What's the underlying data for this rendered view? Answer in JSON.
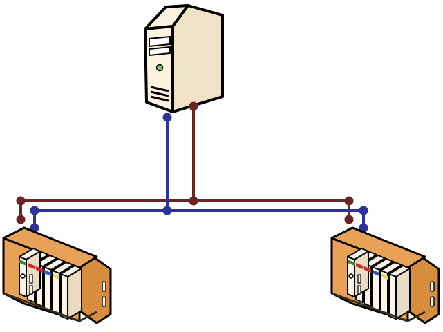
{
  "diagram": {
    "nodes": [
      {
        "id": "server",
        "kind": "server",
        "icon": "server-tower-icon"
      },
      {
        "id": "plc-left",
        "kind": "plc-rack",
        "icon": "plc-rack-icon"
      },
      {
        "id": "plc-right",
        "kind": "plc-rack",
        "icon": "plc-rack-icon"
      }
    ],
    "networks": [
      {
        "id": "network-a",
        "color": "#6b2424",
        "connects": [
          "server",
          "plc-left",
          "plc-right"
        ]
      },
      {
        "id": "network-b",
        "color": "#2e3399",
        "connects": [
          "server",
          "plc-left",
          "plc-right"
        ]
      }
    ]
  },
  "colors": {
    "server_body": "#fdf3df",
    "server_side": "#efe2c6",
    "plc_orange": "#e7a257",
    "plc_dark": "#3a2a1a",
    "module_fill": "#fbf4e8",
    "module_red": "#cc2a2a",
    "module_green": "#3d8a3d",
    "module_blue": "#2c5fa8",
    "module_yellow": "#e8d84a"
  }
}
